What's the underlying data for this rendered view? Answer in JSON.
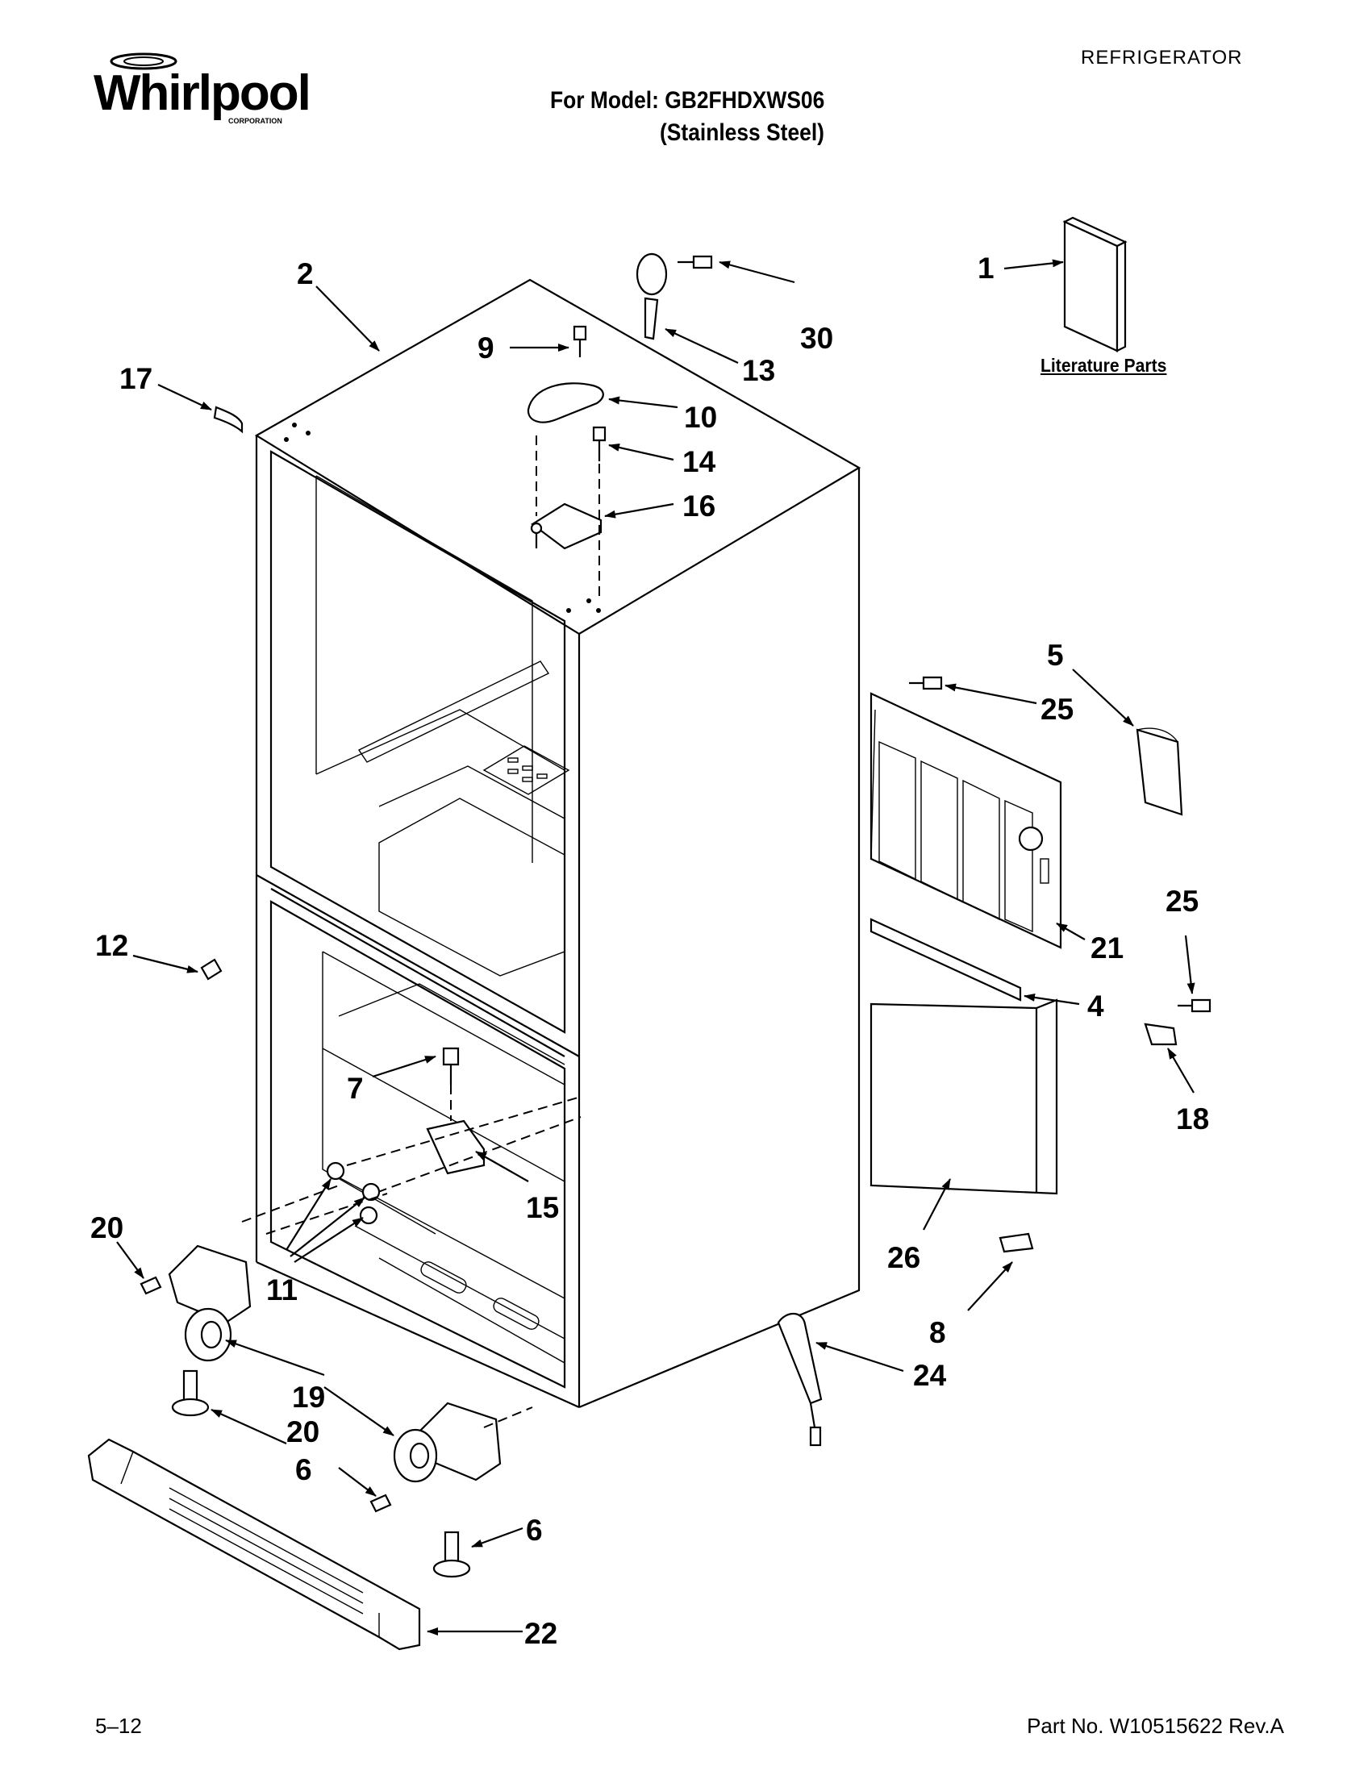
{
  "header": {
    "brand": "Whirlpool",
    "brand_sub": "CORPORATION",
    "category": "REFRIGERATOR",
    "model_line": "For Model: GB2FHDXWS06",
    "finish_line": "(Stainless Steel)"
  },
  "literature_label": "Literature Parts",
  "callouts": {
    "c1": "1",
    "c2": "2",
    "c4": "4",
    "c5": "5",
    "c6a": "6",
    "c6b": "6",
    "c7": "7",
    "c8": "8",
    "c9": "9",
    "c10": "10",
    "c11": "11",
    "c12": "12",
    "c13": "13",
    "c14": "14",
    "c15": "15",
    "c16": "16",
    "c17": "17",
    "c18": "18",
    "c19": "19",
    "c20a": "20",
    "c20b": "20",
    "c21": "21",
    "c22": "22",
    "c24": "24",
    "c25a": "25",
    "c25b": "25",
    "c26": "26",
    "c30": "30"
  },
  "footer": {
    "page": "5–12",
    "part_no": "Part No. W10515622 Rev.A"
  }
}
